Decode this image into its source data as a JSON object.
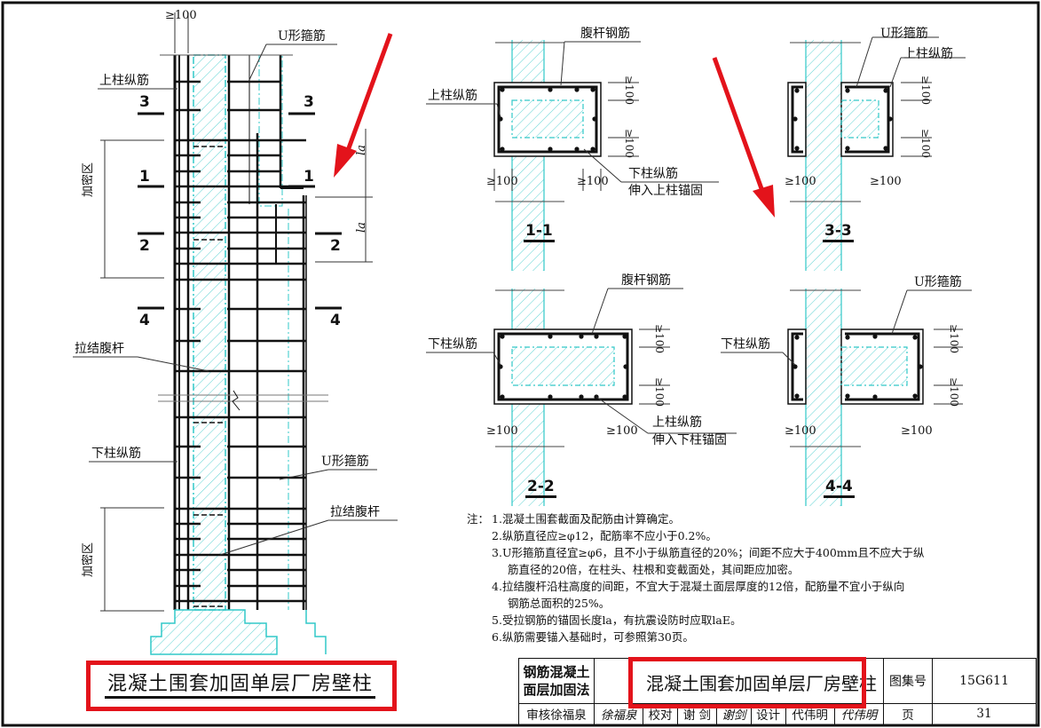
{
  "drawing": {
    "title": "混凝土围套加固单层厂房壁柱",
    "elevation": {
      "top_dim": "≥100",
      "labels": {
        "u_stirrup_top": "U形箍筋",
        "upper_long_bar": "上柱纵筋",
        "dense_zone_top": "加密区",
        "tie_web_bar_top": "拉结腹杆",
        "lower_long_bar": "下柱纵筋",
        "u_stirrup_bottom": "U形箍筋",
        "tie_web_bar_bottom": "拉结腹杆",
        "dense_zone_bottom": "加密区"
      },
      "section_marks": [
        "3",
        "1",
        "2",
        "4"
      ],
      "anchor_length": "la"
    },
    "sections": [
      {
        "id": "1-1",
        "labels": [
          "腹杆钢筋",
          "上柱纵筋",
          "下柱纵筋",
          "伸入上柱锚固"
        ],
        "dims": [
          "≥100",
          "≥100",
          "≥100",
          "≥100"
        ]
      },
      {
        "id": "3-3",
        "labels": [
          "U形箍筋",
          "上柱纵筋"
        ],
        "dims": [
          "≥100",
          "≥100",
          "≥100",
          "≥100"
        ]
      },
      {
        "id": "2-2",
        "labels": [
          "腹杆钢筋",
          "下柱纵筋",
          "上柱纵筋",
          "伸入下柱锚固"
        ],
        "dims": [
          "≥100",
          "≥100",
          "≥100",
          "≥100"
        ]
      },
      {
        "id": "4-4",
        "labels": [
          "U形箍筋",
          "下柱纵筋"
        ],
        "dims": [
          "≥100",
          "≥100",
          "≥100",
          "≥100"
        ]
      }
    ]
  },
  "notes": {
    "prefix": "注：",
    "items": [
      {
        "num": "1.",
        "lines": [
          "混凝土围套截面及配筋由计算确定。"
        ]
      },
      {
        "num": "2.",
        "lines": [
          "纵筋直径应≥φ12，配筋率不应小于0.2%。"
        ]
      },
      {
        "num": "3.",
        "lines": [
          "U形箍筋直径宜≥φ6，且不小于纵筋直径的20%；间距不应大于400mm且不应大于纵",
          "筋直径的20倍，在柱头、柱根和变截面处，其间距应加密。"
        ]
      },
      {
        "num": "4.",
        "lines": [
          "拉结腹杆沿柱高度的间距，不宜大于混凝土面层厚度的12倍，配筋量不宜小于纵向",
          "钢筋总面积的25%。"
        ]
      },
      {
        "num": "5.",
        "lines": [
          "受拉钢筋的锚固长度la，有抗震设防时应取laE。"
        ]
      },
      {
        "num": "6.",
        "lines": [
          "纵筋需要锚入基础时，可参照第30页。"
        ]
      }
    ]
  },
  "title_block": {
    "category_line1": "钢筋混凝土",
    "category_line2": "面层加固法",
    "drawing_title": "混凝土围套加固单层厂房壁柱",
    "atlas_label": "图集号",
    "atlas_no": "15G611",
    "page_label": "页",
    "page_no": "31",
    "review_label": "审核",
    "reviewer": "徐福泉",
    "reviewer_sign": "徐福泉",
    "check_label": "校对",
    "checker": "谢 剑",
    "checker_sign": "谢剑",
    "design_label": "设计",
    "designer": "代伟明",
    "designer_sign": "代伟明"
  },
  "annotations": {
    "highlight_color": "#e3131b",
    "concrete_color": "#20c8c8",
    "arrows": 2,
    "highlight_boxes": 2
  }
}
